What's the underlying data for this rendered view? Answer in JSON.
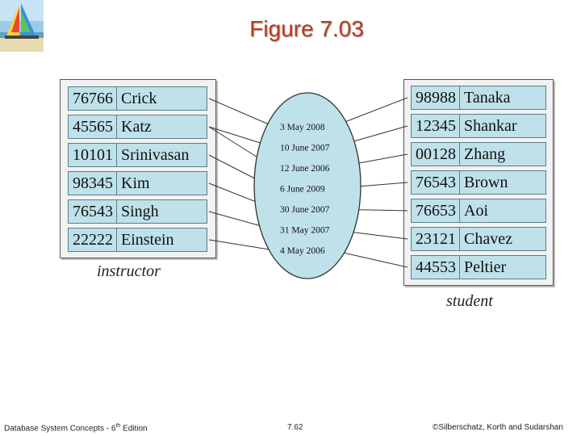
{
  "title": "Figure 7.03",
  "instructor": {
    "caption": "instructor",
    "rows": [
      {
        "id": "76766",
        "name": "Crick"
      },
      {
        "id": "45565",
        "name": "Katz"
      },
      {
        "id": "10101",
        "name": "Srinivasan"
      },
      {
        "id": "98345",
        "name": "Kim"
      },
      {
        "id": "76543",
        "name": "Singh"
      },
      {
        "id": "22222",
        "name": "Einstein"
      }
    ]
  },
  "student": {
    "caption": "student",
    "rows": [
      {
        "id": "98988",
        "name": "Tanaka"
      },
      {
        "id": "12345",
        "name": "Shankar"
      },
      {
        "id": "00128",
        "name": "Zhang"
      },
      {
        "id": "76543",
        "name": "Brown"
      },
      {
        "id": "76653",
        "name": "Aoi"
      },
      {
        "id": "23121",
        "name": "Chavez"
      },
      {
        "id": "44553",
        "name": "Peltier"
      }
    ]
  },
  "relationship_dates": [
    "3 May 2008",
    "10 June 2007",
    "12 June 2006",
    "6 June 2009",
    "30 June 2007",
    "31 May 2007",
    "4 May 2006"
  ],
  "links_instructor": [
    [
      0,
      0
    ],
    [
      1,
      1
    ],
    [
      1,
      2
    ],
    [
      2,
      3
    ],
    [
      3,
      4
    ],
    [
      4,
      5
    ],
    [
      5,
      6
    ]
  ],
  "links_student": [
    [
      0,
      0
    ],
    [
      1,
      1
    ],
    [
      2,
      2
    ],
    [
      3,
      3
    ],
    [
      4,
      4
    ],
    [
      5,
      5
    ],
    [
      6,
      6
    ]
  ],
  "colors": {
    "title": "#c03a1e",
    "cell": "#bfe1ea",
    "ellipse": "#bfe1ea"
  },
  "footer": {
    "left": "Database System Concepts - 6",
    "left_sup": "th",
    "left_end": " Edition",
    "center": "7.62",
    "right": "©Silberschatz, Korth and Sudarshan"
  }
}
